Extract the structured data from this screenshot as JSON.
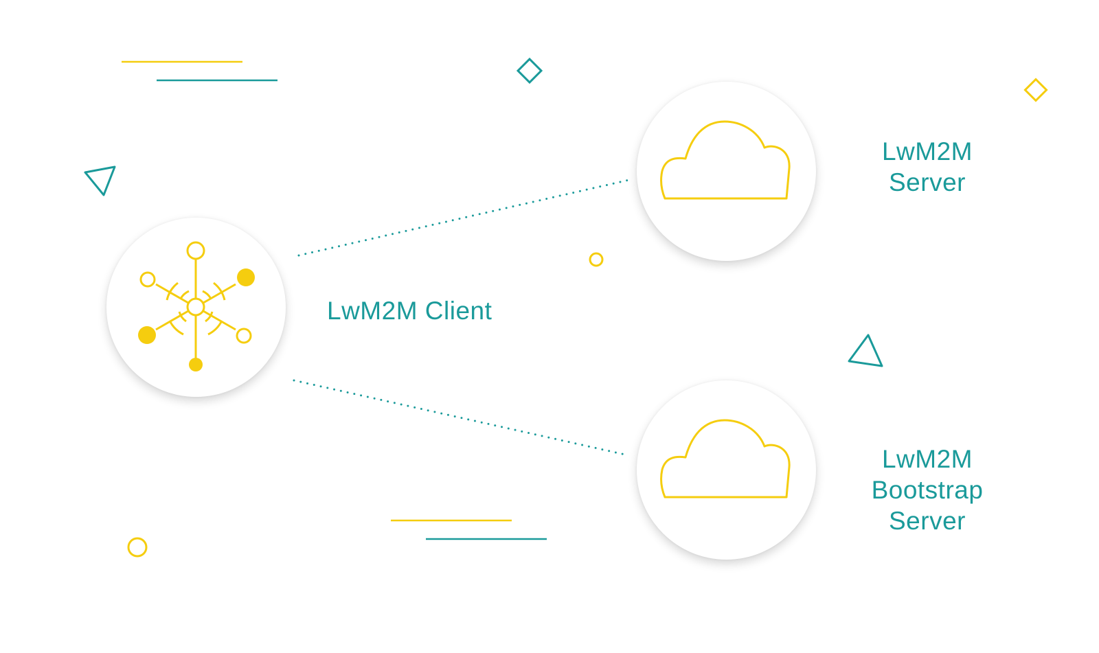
{
  "nodes": {
    "client": {
      "label": "LwM2M Client",
      "icon": "network-hub-icon"
    },
    "server": {
      "label_lines": [
        "LwM2M",
        "Server"
      ],
      "icon": "cloud-icon"
    },
    "bootstrap": {
      "label_lines": [
        "LwM2M",
        "Bootstrap",
        "Server"
      ],
      "icon": "cloud-icon"
    }
  },
  "connections": [
    {
      "from": "client",
      "to": "server",
      "style": "dotted"
    },
    {
      "from": "client",
      "to": "bootstrap",
      "style": "dotted"
    }
  ],
  "colors": {
    "accent_teal": "#1a9a9a",
    "accent_yellow": "#f5cd0f",
    "node_fill": "#ffffff"
  }
}
